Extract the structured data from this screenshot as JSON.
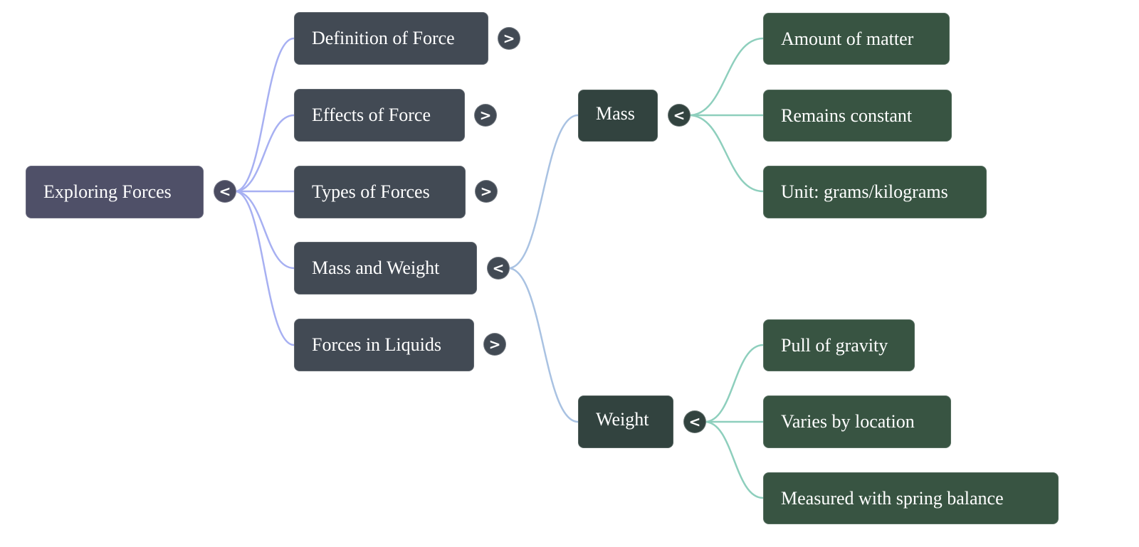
{
  "mindmap": {
    "root": {
      "label": "Exploring Forces",
      "toggle": "<",
      "toggle_icon": "collapse-icon"
    },
    "branches": [
      {
        "label": "Definition of Force",
        "toggle": ">",
        "toggle_icon": "expand-icon"
      },
      {
        "label": "Effects of Force",
        "toggle": ">",
        "toggle_icon": "expand-icon"
      },
      {
        "label": "Types of Forces",
        "toggle": ">",
        "toggle_icon": "expand-icon"
      },
      {
        "label": "Mass and Weight",
        "toggle": "<",
        "toggle_icon": "collapse-icon"
      },
      {
        "label": "Forces in Liquids",
        "toggle": ">",
        "toggle_icon": "expand-icon"
      }
    ],
    "subbranches": [
      {
        "label": "Mass",
        "toggle": "<",
        "toggle_icon": "collapse-icon",
        "children": [
          "Amount of matter",
          "Remains constant",
          "Unit: grams/kilograms"
        ]
      },
      {
        "label": "Weight",
        "toggle": "<",
        "toggle_icon": "collapse-icon",
        "children": [
          "Pull of gravity",
          "Varies by location",
          "Measured with spring balance"
        ]
      }
    ]
  },
  "colors": {
    "root_edge": "#a7b0f2",
    "branch_edge": "#a9c2e2",
    "leaf_edge": "#8ecfbd",
    "root_node": "#4f5068",
    "branch_node": "#424a54",
    "sub_node": "#32433f",
    "leaf_node": "#385442"
  }
}
